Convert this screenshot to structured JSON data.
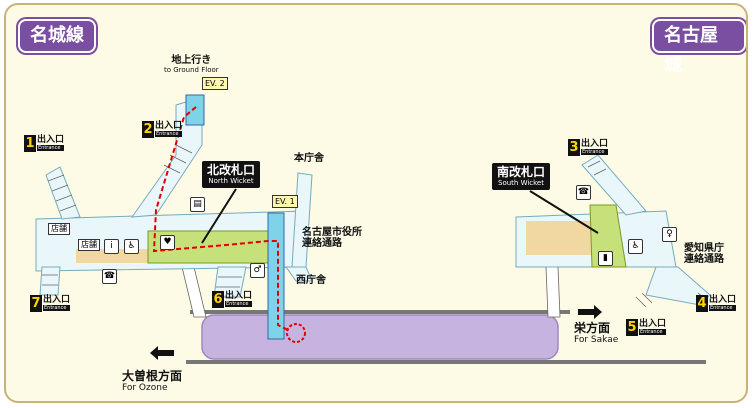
{
  "stations": {
    "left": "名城線",
    "right": "名古屋城"
  },
  "to_ground": {
    "jp": "地上行き",
    "en": "to Ground Floor"
  },
  "ev2": "EV. 2",
  "ev1": "EV. 1",
  "north_wicket": {
    "jp": "北改札口",
    "en": "North Wicket"
  },
  "south_wicket": {
    "jp": "南改札口",
    "en": "South Wicket"
  },
  "exits": {
    "e1": {
      "num": "1",
      "jp": "出入口",
      "en": "Entrance"
    },
    "e2": {
      "num": "2",
      "jp": "出入口",
      "en": "Entrance"
    },
    "e3": {
      "num": "3",
      "jp": "出入口",
      "en": "Entrance"
    },
    "e4": {
      "num": "4",
      "jp": "出入口",
      "en": "Entrance"
    },
    "e5": {
      "num": "5",
      "jp": "出入口",
      "en": "Entrance"
    },
    "e6": {
      "num": "6",
      "jp": "出入口",
      "en": "Entrance"
    },
    "e7": {
      "num": "7",
      "jp": "出入口",
      "en": "Entrance"
    }
  },
  "places": {
    "main_office": "本庁舎",
    "city_hall": [
      "名古屋市役所",
      "連絡通路"
    ],
    "west_office": "西庁舎",
    "pref_office": [
      "愛知県庁",
      "連絡通路"
    ]
  },
  "store_label": "店舗",
  "directions": {
    "sakae": {
      "jp": "栄方面",
      "en": "For Sakae"
    },
    "ozone": {
      "jp": "大曽根方面",
      "en": "For Ozone"
    }
  },
  "colors": {
    "platform": "#c7b3e0",
    "concourse": "#e9f7fb",
    "paid_area": "#c6e07a",
    "shop_area": "#f0d8a0",
    "route": "#e00000",
    "line_tag": "#7a4ea0"
  }
}
